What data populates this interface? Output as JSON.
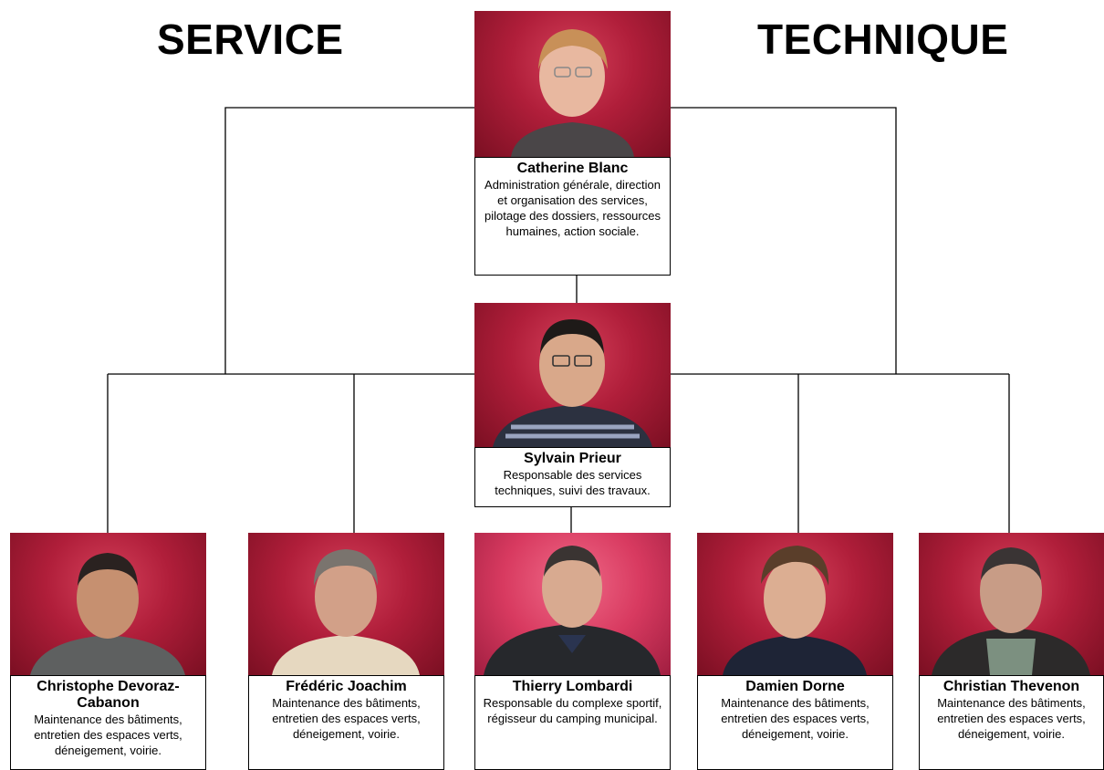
{
  "headings": {
    "left": "SERVICE",
    "right": "TECHNIQUE"
  },
  "people": {
    "director": {
      "name": "Catherine Blanc",
      "role": "Administration générale, direction et organisation des services, pilotage des dossiers, ressources humaines, action sociale."
    },
    "manager": {
      "name": "Sylvain Prieur",
      "role": "Responsable des services techniques, suivi des travaux."
    },
    "staff": [
      {
        "name": "Christophe Devoraz-Cabanon",
        "role": "Maintenance des bâtiments, entretien des espaces verts, déneigement, voirie."
      },
      {
        "name": "Frédéric Joachim",
        "role": "Maintenance des bâtiments, entretien des espaces verts, déneigement, voirie."
      },
      {
        "name": "Thierry Lombardi",
        "role": "Responsable du complexe sportif, régisseur du camping municipal."
      },
      {
        "name": "Damien Dorne",
        "role": "Maintenance des bâtiments, entretien des espaces verts, déneigement, voirie."
      },
      {
        "name": "Christian Thevenon",
        "role": "Maintenance des bâtiments, entretien des espaces verts, déneigement, voirie."
      }
    ]
  },
  "colors": {
    "photo_background": "#b01e3a",
    "connector": "#000000"
  }
}
